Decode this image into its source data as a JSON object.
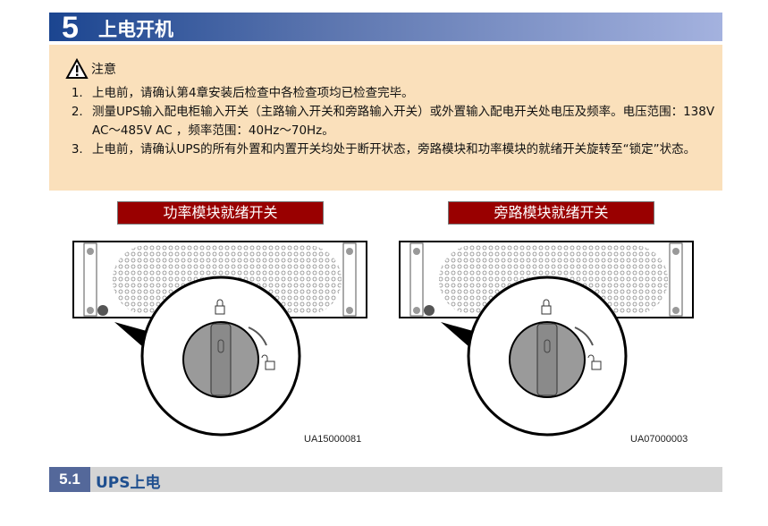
{
  "chapter": {
    "number": "5",
    "title": "上电开机"
  },
  "notice": {
    "icon": "warning-triangle-icon",
    "heading": "注意",
    "items": [
      "上电前，请确认第4章安装后检查中各检查项均已检查完毕。",
      "测量UPS输入配电柜输入开关（主路输入开关和旁路输入开关）或外置输入配电开关处电压及频率。电压范围：138V AC～485V AC ，频率范围：40Hz～70Hz。",
      "上电前，请确认UPS的所有外置和内置开关均处于断开状态，旁路模块和功率模块的就绪开关旋转至“锁定”状态。"
    ]
  },
  "figures": [
    {
      "label": "功率模块就绪开关",
      "caption": "UA15000081"
    },
    {
      "label": "旁路模块就绪开关",
      "caption": "UA07000003"
    }
  ],
  "section": {
    "number": "5.1",
    "title": "UPS上电"
  }
}
